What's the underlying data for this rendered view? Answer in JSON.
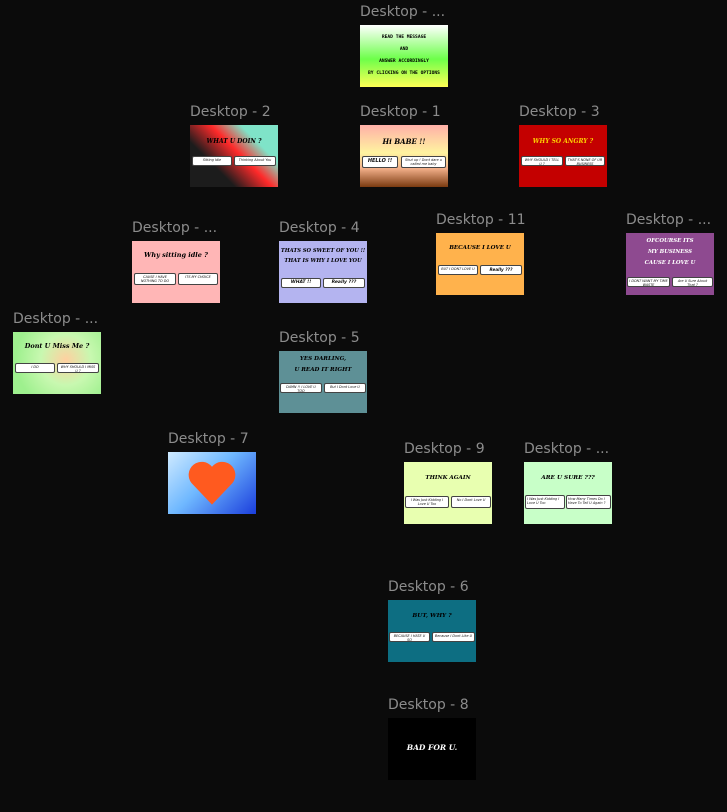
{
  "frames": {
    "intro": {
      "label": "Desktop - ...",
      "line1": "READ THE MESSAGE",
      "line2": "AND",
      "line3": "ANSWER ACCORDINGLY",
      "line4": "BY CLICKING ON THE OPTIONS"
    },
    "d1": {
      "label": "Desktop - 1",
      "title": "Hi BABE !!",
      "opt1": "HELLO !!",
      "opt2": "Shut up ! Dont dare u called me baby"
    },
    "d2": {
      "label": "Desktop - 2",
      "title": "WHAT U DOIN ?",
      "opt1": "Sitting Idle",
      "opt2": "Thinking About You"
    },
    "d3": {
      "label": "Desktop - 3",
      "title": "WHY SO ANGRY ?",
      "opt1": "WHY SHOULD I TELL U ?",
      "opt2": "THAT'S NONE OF UR BUSINESS"
    },
    "idle": {
      "label": "Desktop - ...",
      "title": "Why sitting idle ?",
      "opt1": "CAUSE I HAVE NOTHING TO DO",
      "opt2": "ITS MY CHOICE"
    },
    "d4": {
      "label": "Desktop - 4",
      "line1": "THATS SO SWEET OF YOU !!",
      "line2": "THAT IS WHY I LOVE YOU",
      "opt1": "WHAT !!",
      "opt2": "Really ???"
    },
    "d11": {
      "label": "Desktop - 11",
      "title": "BECAUSE I LOVE U",
      "opt1": "BUT I DONT LOVE U",
      "opt2": "Really ???"
    },
    "ofc": {
      "label": "Desktop - ...",
      "line1": "OFCOURSE ITS",
      "line2": "MY BUSINESS",
      "line3": "CAUSE I LOVE U",
      "opt1": "I DONT WANT MY TIME WASTE",
      "opt2": "Are U Sure About That ?"
    },
    "miss": {
      "label": "Desktop - ...",
      "title": "Dont U Miss Me ?",
      "opt1": "I DO",
      "opt2": "WHY SHOULD I MISS U ?"
    },
    "d5": {
      "label": "Desktop - 5",
      "line1": "YES DARLING,",
      "line2": "U READ IT RIGHT",
      "opt1": "DAMN !! I LOVE U TOO",
      "opt2": "But I Dont Love U"
    },
    "d7": {
      "label": "Desktop - 7"
    },
    "d9": {
      "label": "Desktop - 9",
      "title": "THINK AGAIN",
      "opt1": "I Was Just Kidding I Love U Too",
      "opt2": "No I Dont Love U"
    },
    "sure": {
      "label": "Desktop - ...",
      "title": "ARE U SURE ???",
      "opt1": "I Was Just Kidding I Love U Too",
      "opt2": "How Many Times Do I Have To Tell U Again ?"
    },
    "d6": {
      "label": "Desktop - 6",
      "title": "BUT, WHY ?",
      "opt1": "BECAUSE I HATE U SO",
      "opt2": "Because I Dont Like U"
    },
    "d8": {
      "label": "Desktop - 8",
      "title": "BAD FOR U."
    }
  },
  "colors": {
    "canvas": "#0b0b0b",
    "label": "#8c8c8c"
  }
}
